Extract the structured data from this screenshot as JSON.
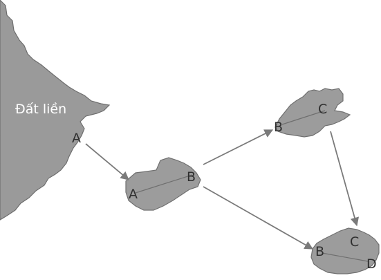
{
  "diagram": {
    "mainland": {
      "label": "Đất liền",
      "point": "A"
    },
    "island1": {
      "points": [
        "A",
        "B"
      ]
    },
    "island2": {
      "points": [
        "B",
        "C"
      ]
    },
    "island3": {
      "points": [
        "B",
        "C",
        "D"
      ]
    }
  },
  "colors": {
    "land": "#9a9a9a",
    "island": "#9c9c9c",
    "arrow": "#7a7a7a",
    "background": "#ffffff"
  }
}
